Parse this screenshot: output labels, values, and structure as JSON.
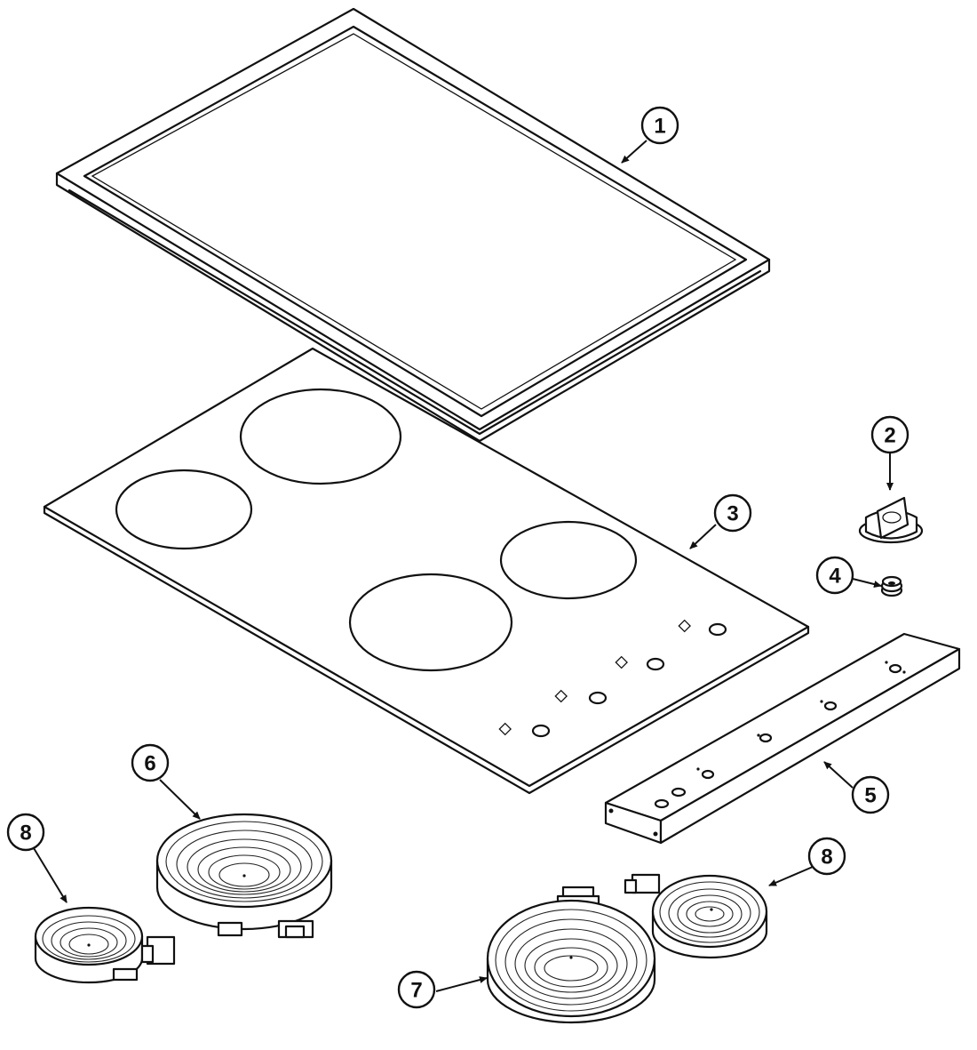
{
  "callouts": [
    {
      "id": "callout-1",
      "number": "1",
      "part": "frame-trim"
    },
    {
      "id": "callout-2",
      "number": "2",
      "part": "control-knob"
    },
    {
      "id": "callout-3",
      "number": "3",
      "part": "glass-cooktop"
    },
    {
      "id": "callout-4",
      "number": "4",
      "part": "knob-spring"
    },
    {
      "id": "callout-5",
      "number": "5",
      "part": "control-panel-bracket"
    },
    {
      "id": "callout-6",
      "number": "6",
      "part": "large-radiant-element-left"
    },
    {
      "id": "callout-7",
      "number": "7",
      "part": "large-radiant-element-right"
    },
    {
      "id": "callout-8a",
      "number": "8",
      "part": "small-radiant-element-left"
    },
    {
      "id": "callout-8b",
      "number": "8",
      "part": "small-radiant-element-right"
    }
  ]
}
